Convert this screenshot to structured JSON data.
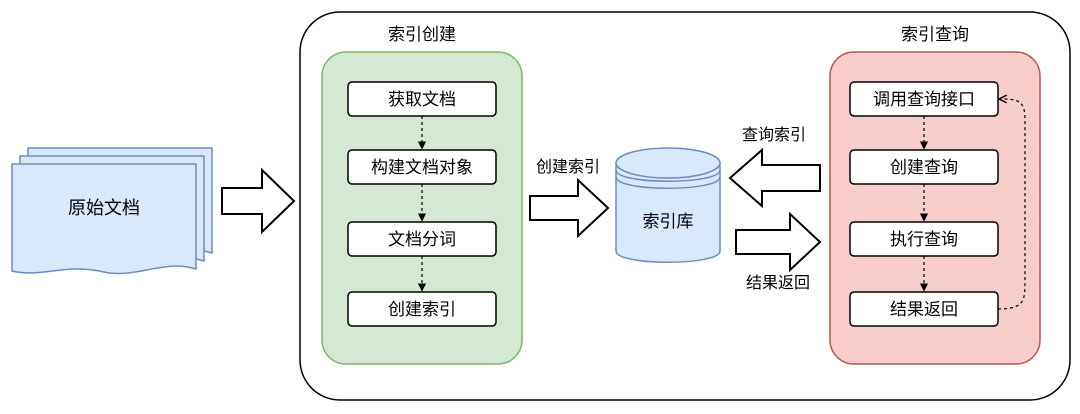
{
  "source_doc": {
    "label": "原始文档"
  },
  "index_build": {
    "title": "索引创建",
    "steps": [
      "获取文档",
      "构建文档对象",
      "文档分词",
      "创建索引"
    ]
  },
  "index_db": {
    "label": "索引库"
  },
  "edges": {
    "create_index": "创建索引",
    "query_index": "查询索引",
    "return_result": "结果返回"
  },
  "index_query": {
    "title": "索引查询",
    "steps": [
      "调用查询接口",
      "创建查询",
      "执行查询",
      "结果返回"
    ]
  },
  "colors": {
    "build_fill": "#d5e8d4",
    "build_stroke": "#82b366",
    "query_fill": "#f8cecc",
    "query_stroke": "#b85450",
    "doc_fill": "#dae8fc",
    "doc_stroke": "#6c8ebf"
  }
}
